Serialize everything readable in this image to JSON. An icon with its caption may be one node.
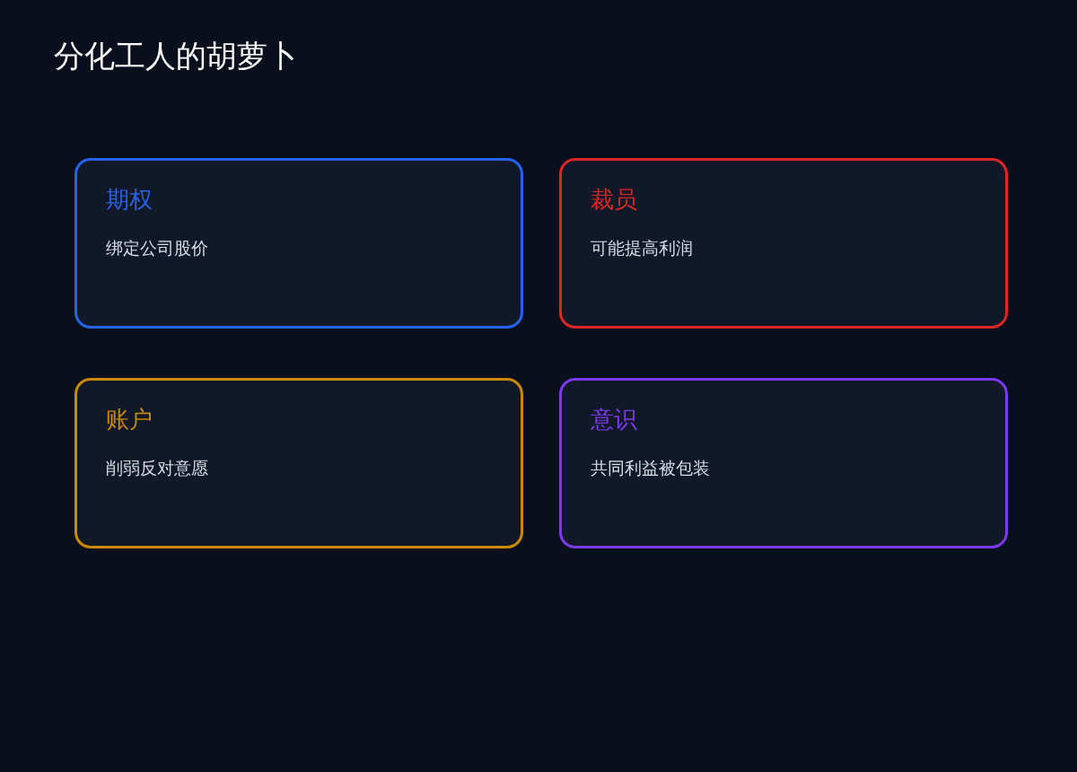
{
  "diagram": {
    "title": "分化工人的胡萝卜",
    "nodes": [
      {
        "text": [
          "期权",
          "绑定公司股价"
        ]
      },
      {
        "text": [
          "裁员",
          "可能提高利润"
        ]
      },
      {
        "text": [
          "账户",
          "削弱反对意愿"
        ]
      },
      {
        "text": [
          "意识",
          "共同利益被包装"
        ]
      }
    ],
    "edges": []
  }
}
